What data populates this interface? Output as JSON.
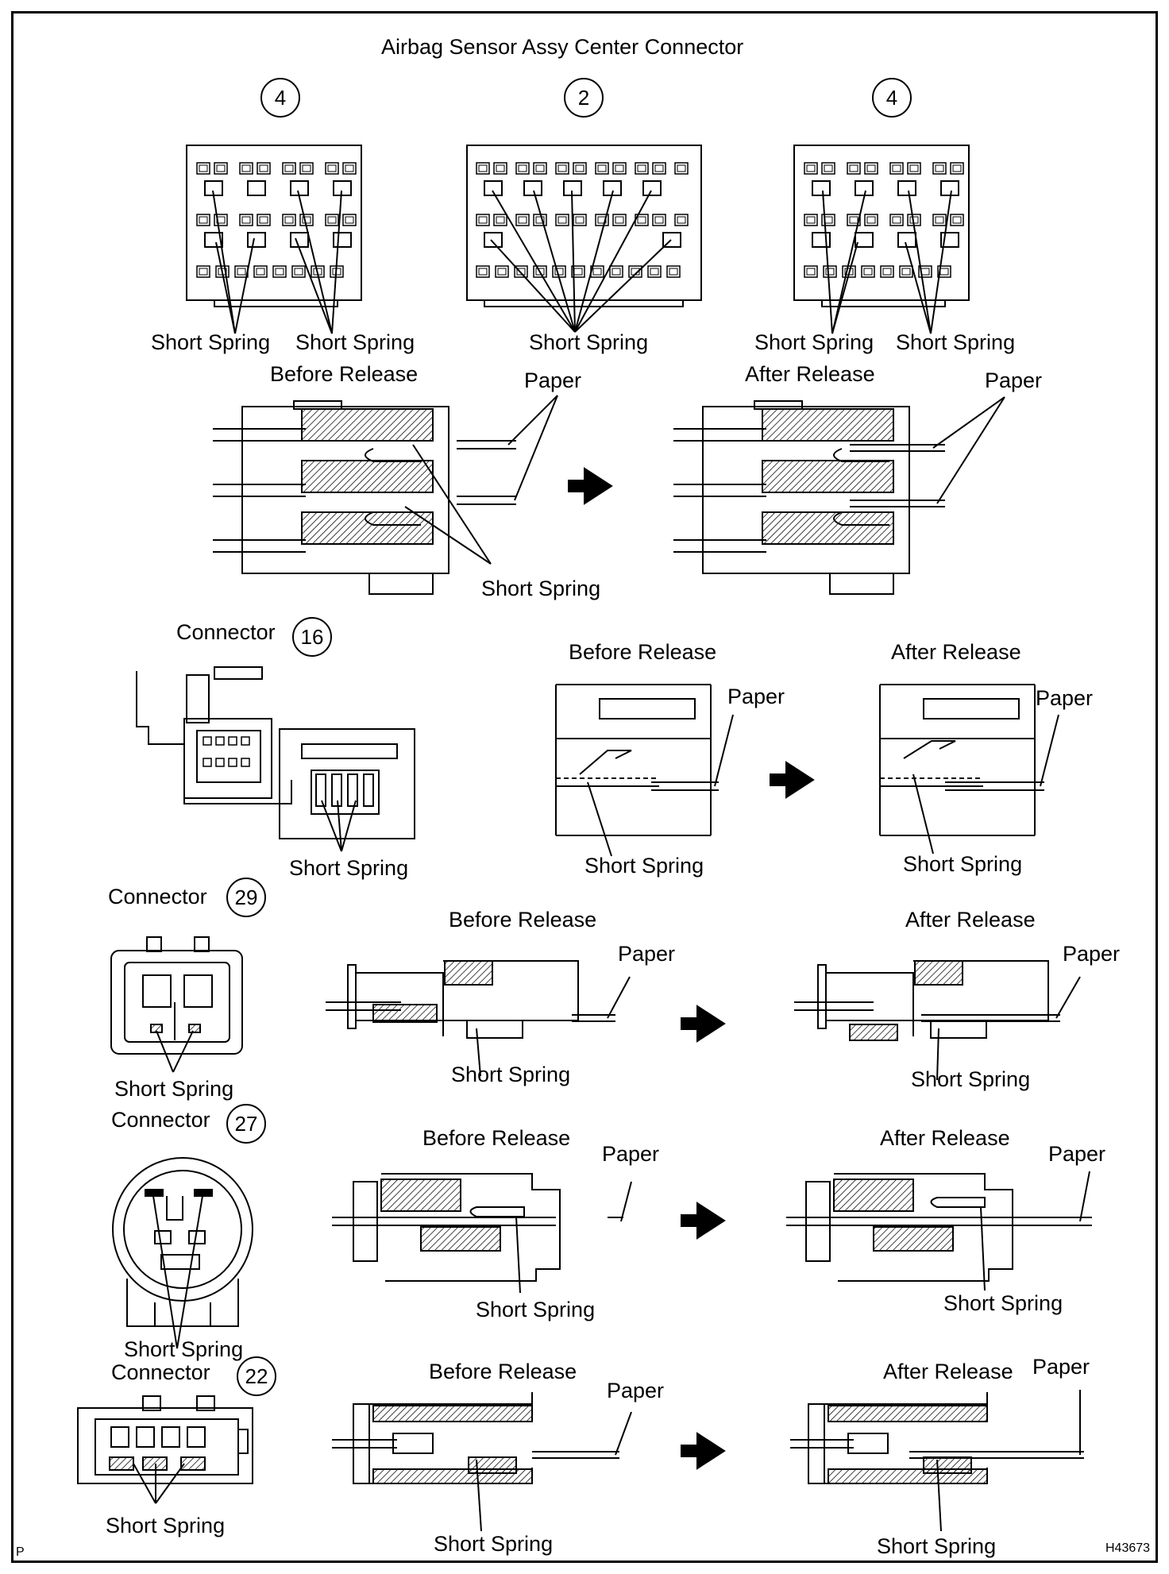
{
  "title": "Airbag Sensor Assy Center Connector",
  "circled_numbers": {
    "top_left": "4",
    "top_center": "2",
    "top_right": "4",
    "c16": "16",
    "c29": "29",
    "c27": "27",
    "c22": "22"
  },
  "labels": {
    "short_spring": "Short Spring",
    "paper": "Paper",
    "before_release": "Before Release",
    "after_release": "After Release",
    "connector": "Connector"
  },
  "corner_left": "P",
  "corner_right": "H43673"
}
